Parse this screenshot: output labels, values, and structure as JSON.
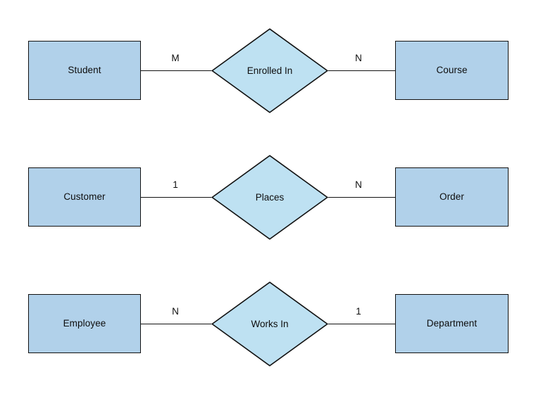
{
  "diagram": {
    "type": "entity-relationship-diagram",
    "background_color": "#ffffff",
    "entity_fill": "#b1d1ea",
    "relationship_fill": "#bee1f2",
    "stroke_color": "#121212",
    "rows": [
      {
        "left_entity": "Student",
        "left_cardinality": "M",
        "relationship": "Enrolled In",
        "right_cardinality": "N",
        "right_entity": "Course"
      },
      {
        "left_entity": "Customer",
        "left_cardinality": "1",
        "relationship": "Places",
        "right_cardinality": "N",
        "right_entity": "Order"
      },
      {
        "left_entity": "Employee",
        "left_cardinality": "N",
        "relationship": "Works In",
        "right_cardinality": "1",
        "right_entity": "Department"
      }
    ]
  }
}
